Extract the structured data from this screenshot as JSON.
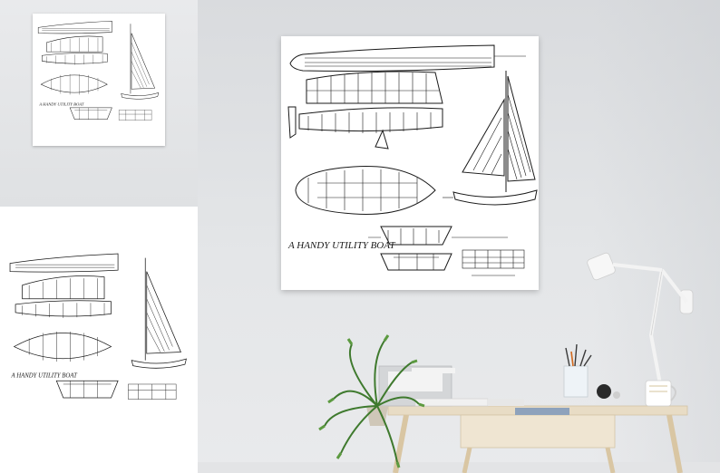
{
  "drawing": {
    "title": "A HANDY UTILITY BOAT"
  },
  "colors": {
    "wall": "#dfe1e3",
    "desk_top": "#e8dcc5",
    "desk_legs": "#d9c6a3",
    "lamp": "#f4f4f4",
    "plant": "#3f7a2e",
    "ink": "#1a1a1a"
  },
  "icons": [
    "boat-plan-drawing",
    "desk-lamp",
    "potted-plant",
    "desk",
    "pencil-cup",
    "coffee-mug"
  ]
}
